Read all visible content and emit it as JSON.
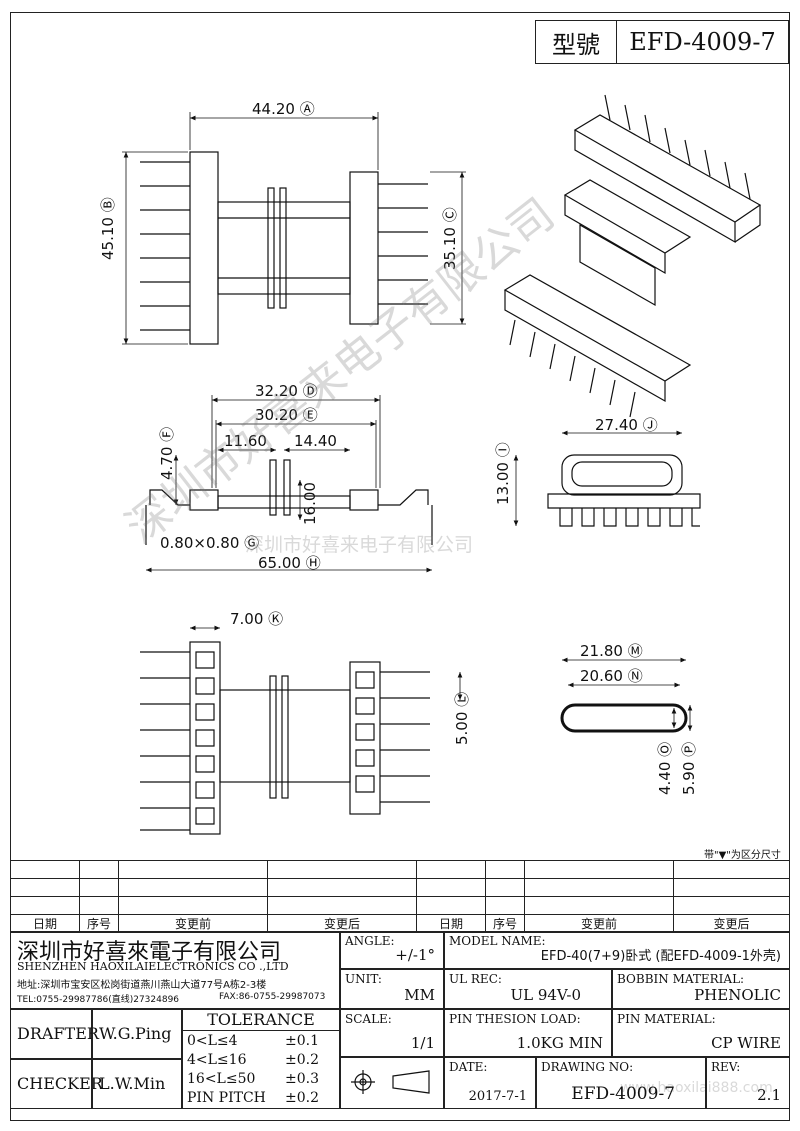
{
  "header": {
    "model_label": "型號",
    "model_value": "EFD-4009-7"
  },
  "dimensions": {
    "a": "44.20",
    "a_mark": "A",
    "b": "45.10",
    "b_mark": "B",
    "c": "35.10",
    "c_mark": "C",
    "d": "32.20",
    "d_mark": "D",
    "e": "30.20",
    "e_mark": "E",
    "f": "4.70",
    "f_mark": "F",
    "g": "0.80×0.80",
    "g_mark": "G",
    "h": "65.00",
    "h_mark": "H",
    "i": "13.00",
    "i_mark": "I",
    "j": "27.40",
    "j_mark": "J",
    "k": "7.00",
    "k_mark": "K",
    "l": "5.00",
    "l_mark": "L",
    "m": "21.80",
    "m_mark": "M",
    "n": "20.60",
    "n_mark": "N",
    "o": "4.40",
    "o_mark": "O",
    "p": "5.90",
    "p_mark": "P",
    "w1": "11.60",
    "w2": "14.40",
    "w3": "16.00"
  },
  "note": "带\"▼\"为区分尺寸",
  "watermark": {
    "big": "深圳市好喜来电子有限公司",
    "small": "深圳市好喜来电子有限公司",
    "url": "www.haoxilai888.com"
  },
  "revision_table": {
    "headers": [
      "日期",
      "序号",
      "变更前",
      "变更后",
      "日期",
      "序号",
      "变更前",
      "变更后"
    ]
  },
  "company": {
    "name_cn": "深圳市好喜來電子有限公司",
    "name_en": "SHENZHEN HAOXILAIELECTRONICS CO .,LTD",
    "address": "地址:深圳市宝安区松岗街道燕川燕山大道77号A栋2-3楼",
    "tel": "TEL:0755-29987786(直线)27324896",
    "fax": "FAX:86-0755-29987073"
  },
  "title_block": {
    "drafter_label": "DRAFTER",
    "drafter": "W.G.Ping",
    "checker_label": "CHECKER",
    "checker": "L.W.Min",
    "tolerance_label": "TOLERANCE",
    "tolerance_rows": [
      {
        "range": "0<L≤4",
        "tol": "±0.1"
      },
      {
        "range": "4<L≤16",
        "tol": "±0.2"
      },
      {
        "range": "16<L≤50",
        "tol": "±0.3"
      },
      {
        "range": "PIN PITCH",
        "tol": "±0.2"
      }
    ],
    "angle_label": "ANGLE:",
    "angle": "+/-1°",
    "unit_label": "UNIT:",
    "unit": "MM",
    "scale_label": "SCALE:",
    "scale": "1/1",
    "model_name_label": "MODEL NAME:",
    "model_name": "EFD-40(7+9)卧式 (配EFD-4009-1外壳)",
    "ul_label": "UL REC:",
    "ul": "UL 94V-0",
    "bobbin_label": "BOBBIN MATERIAL:",
    "bobbin": "PHENOLIC",
    "pin_load_label": "PIN THESION LOAD:",
    "pin_load": "1.0KG MIN",
    "pin_mat_label": "PIN MATERIAL:",
    "pin_mat": "CP  WIRE",
    "date_label": "DATE:",
    "date": "2017-7-1",
    "drawing_label": "DRAWING NO:",
    "drawing": "EFD-4009-7",
    "rev_label": "REV:",
    "rev": "2.1"
  }
}
